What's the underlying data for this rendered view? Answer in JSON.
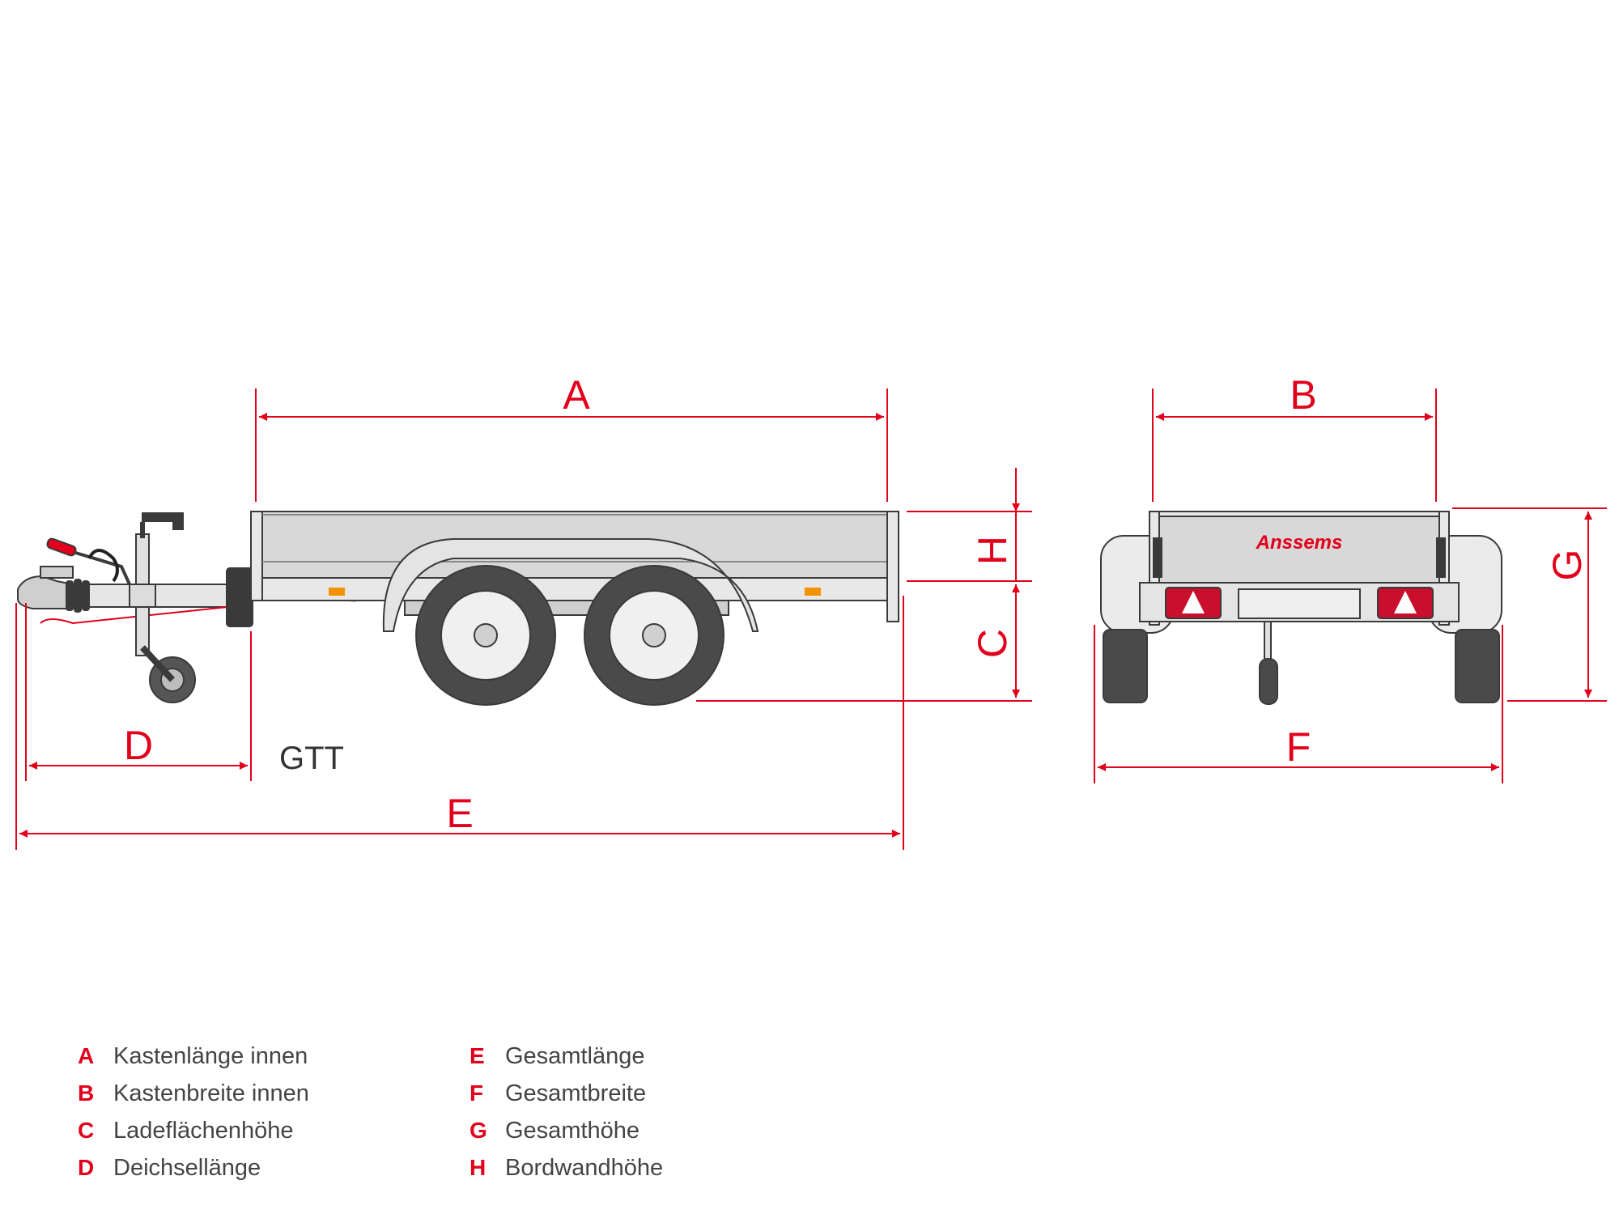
{
  "dimensions": {
    "A": "A",
    "B": "B",
    "C": "C",
    "D": "D",
    "E": "E",
    "F": "F",
    "G": "G",
    "H": "H"
  },
  "model": "GTT",
  "brand": "Anssems",
  "legend": [
    {
      "key": "A",
      "text": "Kastenlänge innen"
    },
    {
      "key": "B",
      "text": "Kastenbreite innen"
    },
    {
      "key": "C",
      "text": "Ladeflächenhöhe"
    },
    {
      "key": "D",
      "text": "Deichsellänge"
    },
    {
      "key": "E",
      "text": "Gesamtlänge"
    },
    {
      "key": "F",
      "text": "Gesamtbreite"
    },
    {
      "key": "G",
      "text": "Gesamthöhe"
    },
    {
      "key": "H",
      "text": "Bordwandhöhe"
    }
  ],
  "colors": {
    "dimension": "#e2001a",
    "outline": "#3a3a3a",
    "panel": "#d8d8d8",
    "tyre": "#4a4a4a"
  }
}
